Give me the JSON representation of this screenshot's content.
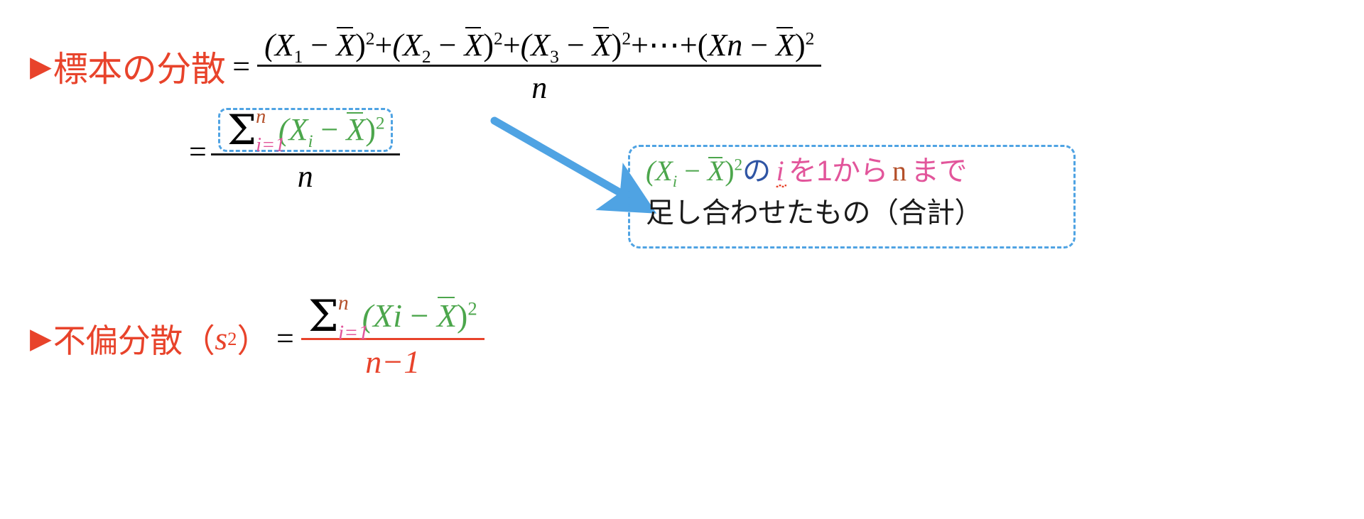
{
  "slide": {
    "background_color": "#FFFFFF",
    "colors": {
      "heading_red": "#E8432B",
      "accent_blue": "#4FA3E3",
      "green": "#4CA64C",
      "pink": "#E2559B",
      "brown": "#B4502A",
      "blue_text": "#2F55A4",
      "black": "#1A1A1A"
    }
  },
  "sample_variance": {
    "bullet": "▶",
    "label": "標本の分散",
    "equals": "=",
    "numerator": {
      "term1_open": "(X",
      "term1_sub": "1",
      "minus": "−",
      "xbar": "X",
      "close_sq": ")",
      "exp": "2",
      "plus": "+",
      "term2_sub": "2",
      "term3_sub": "3",
      "dots": "⋯",
      "termn": "Xn",
      "full_text": "(X₁ − X̄)²+(X₂ − X̄)²+(X₃ − X̄)²+⋯+(Xn − X̄)²"
    },
    "denominator": "n"
  },
  "sigma_form": {
    "equals": "=",
    "sigma": "Σ",
    "upper_limit": "n",
    "lower_limit": "i=1",
    "body_open": "(X",
    "body_sub": "i",
    "body_minus": "−",
    "body_xbar": "X",
    "body_close": ")",
    "body_exp": "2",
    "denominator": "n"
  },
  "callout": {
    "line1": {
      "expr_open": "(X",
      "expr_sub": "i",
      "expr_minus": "−",
      "expr_xbar": "X",
      "expr_close": ")",
      "expr_exp": "2",
      "particle_no": "の",
      "index_i": "i",
      "particle_wo": "を",
      "from": "1から",
      "var_n": "n",
      "until": "まで"
    },
    "line2": "足し合わせたもの（合計）"
  },
  "unbiased_variance": {
    "bullet": "▶",
    "label": "不偏分散（",
    "symbol_s": "s",
    "symbol_exp": "2",
    "label_close": "）",
    "equals": "=",
    "sigma": "Σ",
    "upper_limit": "n",
    "lower_limit": "i=1",
    "body_open": "(Xi",
    "body_minus": "−",
    "body_xbar": "X",
    "body_close": ")",
    "body_exp": "2",
    "denominator_n": "n",
    "denominator_minus": "−",
    "denominator_one": "1"
  },
  "arrow": {
    "name": "pointer-arrow",
    "color": "#4FA3E3"
  }
}
